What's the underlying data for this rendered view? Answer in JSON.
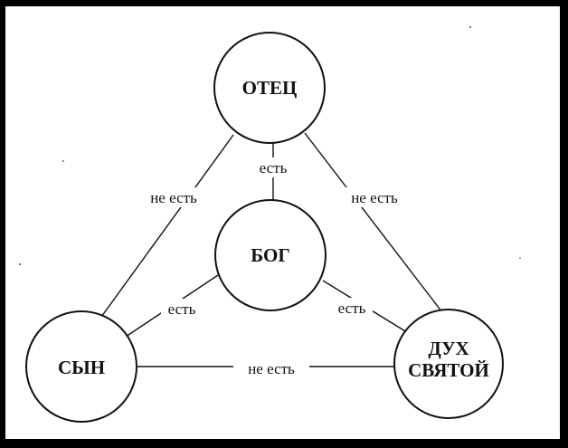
{
  "diagram": {
    "nodes": {
      "father": {
        "label": "ОТЕЦ"
      },
      "god": {
        "label": "БОГ"
      },
      "son": {
        "label": "СЫН"
      },
      "spirit": {
        "label_line1": "ДУХ",
        "label_line2": "СВЯТОЙ"
      }
    },
    "edges": {
      "father_god": {
        "label": "есть"
      },
      "son_god": {
        "label": "есть"
      },
      "spirit_god": {
        "label": "есть"
      },
      "father_son": {
        "label": "не есть"
      },
      "father_spirit": {
        "label": "не есть"
      },
      "son_spirit": {
        "label": "не есть"
      }
    }
  }
}
